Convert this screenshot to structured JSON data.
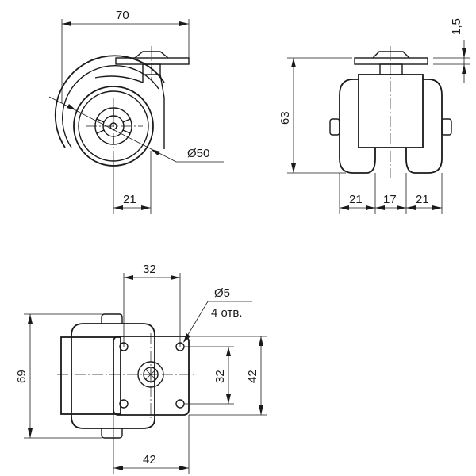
{
  "side_view": {
    "width": "70",
    "diameter": "Ø50",
    "offset": "21"
  },
  "front_view": {
    "plate_thickness": "1,5",
    "height": "63",
    "wheel_left": "21",
    "middle": "17",
    "wheel_right": "21"
  },
  "top_view": {
    "hole_spacing_top": "32",
    "hole_diameter": "Ø5",
    "hole_count": "4 отв.",
    "hole_spacing_vertical": "32",
    "plate_height": "42",
    "total_length": "69",
    "plate_width": "42"
  }
}
